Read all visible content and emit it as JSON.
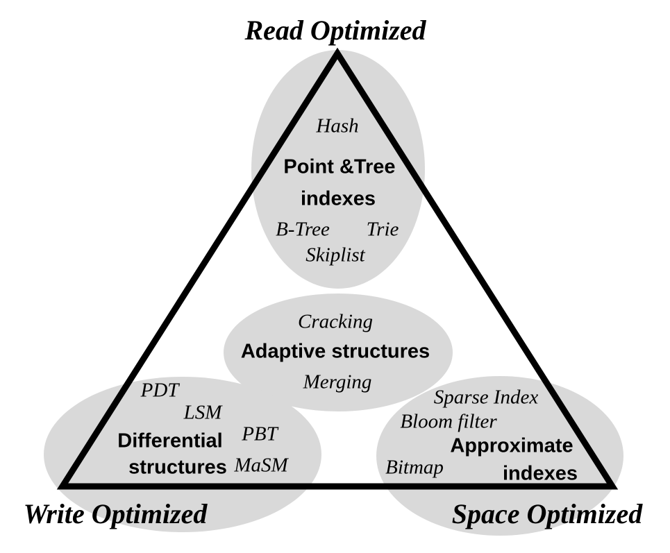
{
  "corners": {
    "top": "Read Optimized",
    "bottom_left": "Write Optimized",
    "bottom_right": "Space Optimized"
  },
  "groups": {
    "read": {
      "title_line1": "Point &Tree",
      "title_line2": "indexes",
      "items": {
        "hash": "Hash",
        "btree": "B-Tree",
        "trie": "Trie",
        "skiplist": "Skiplist"
      }
    },
    "center": {
      "title": "Adaptive structures",
      "items": {
        "cracking": "Cracking",
        "merging": "Merging"
      }
    },
    "write": {
      "title_line1": "Differential",
      "title_line2": "structures",
      "items": {
        "pdt": "PDT",
        "lsm": "LSM",
        "pbt": "PBT",
        "masm": "MaSM"
      }
    },
    "space": {
      "title_line1": "Approximate",
      "title_line2": "indexes",
      "items": {
        "sparse_index": "Sparse Index",
        "bloom_filter": "Bloom filter",
        "bitmap": "Bitmap"
      }
    }
  },
  "colors": {
    "ellipse_fill": "#d9d9d9",
    "line": "#000000"
  }
}
